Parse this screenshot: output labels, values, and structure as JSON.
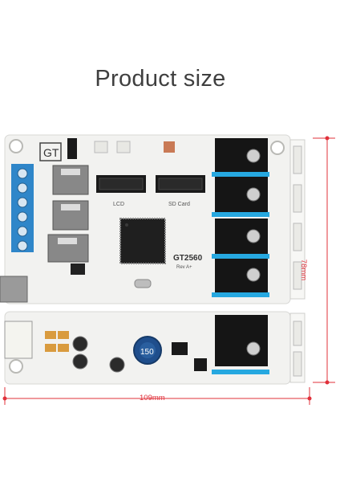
{
  "heading": {
    "title": "Product size"
  },
  "board": {
    "model": "GT2560",
    "revision": "Rev A+",
    "logo_text": "GT",
    "lcd_label": "LCD",
    "sd_label": "SD Card",
    "inductor_marking": "150",
    "pcb_color": "#f2f2f0",
    "terminal_color": "#2f86c9",
    "driver_color": "#151515",
    "header_color": "#26a8e0"
  },
  "dimensions": {
    "width_label": "109mm",
    "height_label": "78mm",
    "line_color": "#e0303a"
  }
}
